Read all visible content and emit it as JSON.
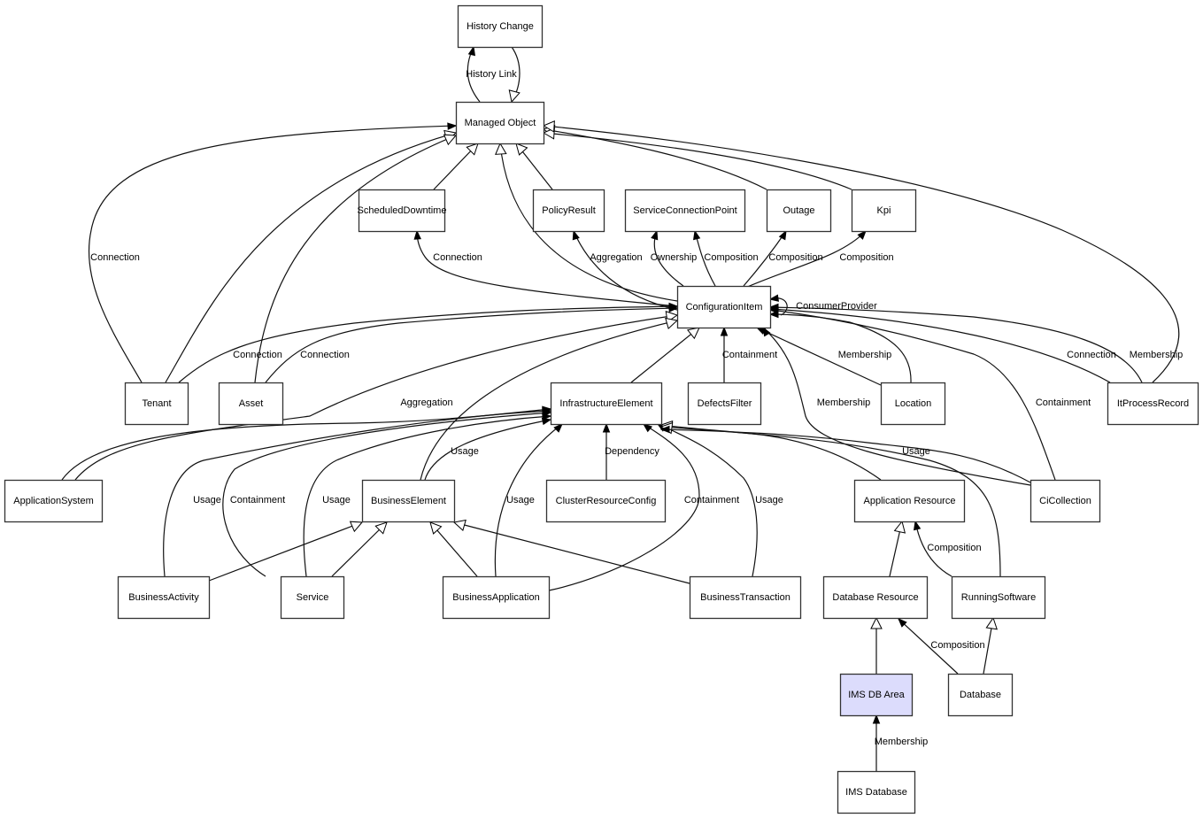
{
  "title": "IMS DB Area relationship diagram",
  "highlight_color": "#dcdcfc",
  "nodes": [
    {
      "id": "history_change",
      "label": "History Change"
    },
    {
      "id": "managed_object",
      "label": "Managed Object"
    },
    {
      "id": "scheduled_downtime",
      "label": "ScheduledDowntime"
    },
    {
      "id": "policy_result",
      "label": "PolicyResult"
    },
    {
      "id": "service_connection_point",
      "label": "ServiceConnectionPoint"
    },
    {
      "id": "outage",
      "label": "Outage"
    },
    {
      "id": "kpi",
      "label": "Kpi"
    },
    {
      "id": "configuration_item",
      "label": "ConfigurationItem"
    },
    {
      "id": "tenant",
      "label": "Tenant"
    },
    {
      "id": "asset",
      "label": "Asset"
    },
    {
      "id": "infrastructure_element",
      "label": "InfrastructureElement"
    },
    {
      "id": "defects_filter",
      "label": "DefectsFilter"
    },
    {
      "id": "location",
      "label": "Location"
    },
    {
      "id": "it_process_record",
      "label": "ItProcessRecord"
    },
    {
      "id": "application_system",
      "label": "ApplicationSystem"
    },
    {
      "id": "business_element",
      "label": "BusinessElement"
    },
    {
      "id": "cluster_resource_config",
      "label": "ClusterResourceConfig"
    },
    {
      "id": "application_resource",
      "label": "Application Resource"
    },
    {
      "id": "ci_collection",
      "label": "CiCollection"
    },
    {
      "id": "business_activity",
      "label": "BusinessActivity"
    },
    {
      "id": "service",
      "label": "Service"
    },
    {
      "id": "business_application",
      "label": "BusinessApplication"
    },
    {
      "id": "business_transaction",
      "label": "BusinessTransaction"
    },
    {
      "id": "database_resource",
      "label": "Database Resource"
    },
    {
      "id": "running_software",
      "label": "RunningSoftware"
    },
    {
      "id": "ims_db_area",
      "label": "IMS DB Area",
      "highlighted": true
    },
    {
      "id": "database",
      "label": "Database"
    },
    {
      "id": "ims_database",
      "label": "IMS Database"
    }
  ],
  "edges": [
    {
      "from": "managed_object",
      "to": "history_change",
      "type": "association",
      "label": "History Link"
    },
    {
      "from": "history_change",
      "to": "managed_object",
      "type": "inheritance",
      "label": ""
    },
    {
      "from": "scheduled_downtime",
      "to": "managed_object",
      "type": "inheritance",
      "label": ""
    },
    {
      "from": "policy_result",
      "to": "managed_object",
      "type": "inheritance",
      "label": ""
    },
    {
      "from": "configuration_item",
      "to": "managed_object",
      "type": "inheritance",
      "label": ""
    },
    {
      "from": "outage",
      "to": "managed_object",
      "type": "inheritance",
      "label": ""
    },
    {
      "from": "kpi",
      "to": "managed_object",
      "type": "inheritance",
      "label": ""
    },
    {
      "from": "tenant",
      "to": "managed_object",
      "type": "association",
      "label": "Connection"
    },
    {
      "from": "tenant",
      "to": "managed_object",
      "type": "inheritance",
      "label": ""
    },
    {
      "from": "asset",
      "to": "managed_object",
      "type": "inheritance",
      "label": ""
    },
    {
      "from": "it_process_record",
      "to": "managed_object",
      "type": "inheritance",
      "label": ""
    },
    {
      "from": "configuration_item",
      "to": "scheduled_downtime",
      "type": "association",
      "label": "Connection"
    },
    {
      "from": "configuration_item",
      "to": "policy_result",
      "type": "association",
      "label": "Aggregation"
    },
    {
      "from": "configuration_item",
      "to": "service_connection_point",
      "type": "association",
      "label": "Ownership"
    },
    {
      "from": "configuration_item",
      "to": "service_connection_point",
      "type": "association",
      "label": "Composition"
    },
    {
      "from": "configuration_item",
      "to": "outage",
      "type": "association",
      "label": "Composition"
    },
    {
      "from": "configuration_item",
      "to": "kpi",
      "type": "association",
      "label": "Composition"
    },
    {
      "from": "configuration_item",
      "to": "configuration_item",
      "type": "association",
      "label": "ConsumerProvider"
    },
    {
      "from": "tenant",
      "to": "configuration_item",
      "type": "association",
      "label": "Connection"
    },
    {
      "from": "asset",
      "to": "configuration_item",
      "type": "association",
      "label": "Connection"
    },
    {
      "from": "application_system",
      "to": "configuration_item",
      "type": "inheritance",
      "label": "Aggregation"
    },
    {
      "from": "business_element",
      "to": "configuration_item",
      "type": "inheritance",
      "label": ""
    },
    {
      "from": "infrastructure_element",
      "to": "configuration_item",
      "type": "inheritance",
      "label": ""
    },
    {
      "from": "defects_filter",
      "to": "configuration_item",
      "type": "association",
      "label": "Containment"
    },
    {
      "from": "location",
      "to": "configuration_item",
      "type": "association",
      "label": "Membership"
    },
    {
      "from": "location",
      "to": "configuration_item",
      "type": "association",
      "label": ""
    },
    {
      "from": "ci_collection",
      "to": "configuration_item",
      "type": "association",
      "label": "Membership"
    },
    {
      "from": "ci_collection",
      "to": "configuration_item",
      "type": "association",
      "label": "Containment"
    },
    {
      "from": "it_process_record",
      "to": "configuration_item",
      "type": "association",
      "label": "Connection"
    },
    {
      "from": "it_process_record",
      "to": "configuration_item",
      "type": "association",
      "label": "Membership"
    },
    {
      "from": "application_system",
      "to": "infrastructure_element",
      "type": "association",
      "label": ""
    },
    {
      "from": "business_activity",
      "to": "infrastructure_element",
      "type": "association",
      "label": "Usage"
    },
    {
      "from": "service",
      "to": "infrastructure_element",
      "type": "association",
      "label": "Containment"
    },
    {
      "from": "service",
      "to": "infrastructure_element",
      "type": "association",
      "label": "Usage"
    },
    {
      "from": "business_element",
      "to": "infrastructure_element",
      "type": "association",
      "label": "Usage"
    },
    {
      "from": "business_application",
      "to": "infrastructure_element",
      "type": "association",
      "label": "Usage"
    },
    {
      "from": "cluster_resource_config",
      "to": "infrastructure_element",
      "type": "association",
      "label": "Dependency"
    },
    {
      "from": "business_application",
      "to": "infrastructure_element",
      "type": "association",
      "label": "Containment"
    },
    {
      "from": "business_transaction",
      "to": "infrastructure_element",
      "type": "association",
      "label": "Usage"
    },
    {
      "from": "application_resource",
      "to": "infrastructure_element",
      "type": "inheritance",
      "label": ""
    },
    {
      "from": "running_software",
      "to": "infrastructure_element",
      "type": "inheritance",
      "label": ""
    },
    {
      "from": "ci_collection",
      "to": "infrastructure_element",
      "type": "association",
      "label": "Usage"
    },
    {
      "from": "business_activity",
      "to": "business_element",
      "type": "inheritance",
      "label": ""
    },
    {
      "from": "service",
      "to": "business_element",
      "type": "inheritance",
      "label": ""
    },
    {
      "from": "business_application",
      "to": "business_element",
      "type": "inheritance",
      "label": ""
    },
    {
      "from": "business_transaction",
      "to": "business_element",
      "type": "inheritance",
      "label": ""
    },
    {
      "from": "database_resource",
      "to": "application_resource",
      "type": "inheritance",
      "label": ""
    },
    {
      "from": "running_software",
      "to": "application_resource",
      "type": "association",
      "label": "Composition"
    },
    {
      "from": "ims_db_area",
      "to": "database_resource",
      "type": "inheritance",
      "label": ""
    },
    {
      "from": "database",
      "to": "database_resource",
      "type": "association",
      "label": "Composition"
    },
    {
      "from": "database",
      "to": "running_software",
      "type": "inheritance",
      "label": ""
    },
    {
      "from": "ims_database",
      "to": "ims_db_area",
      "type": "association",
      "label": "Membership"
    }
  ]
}
